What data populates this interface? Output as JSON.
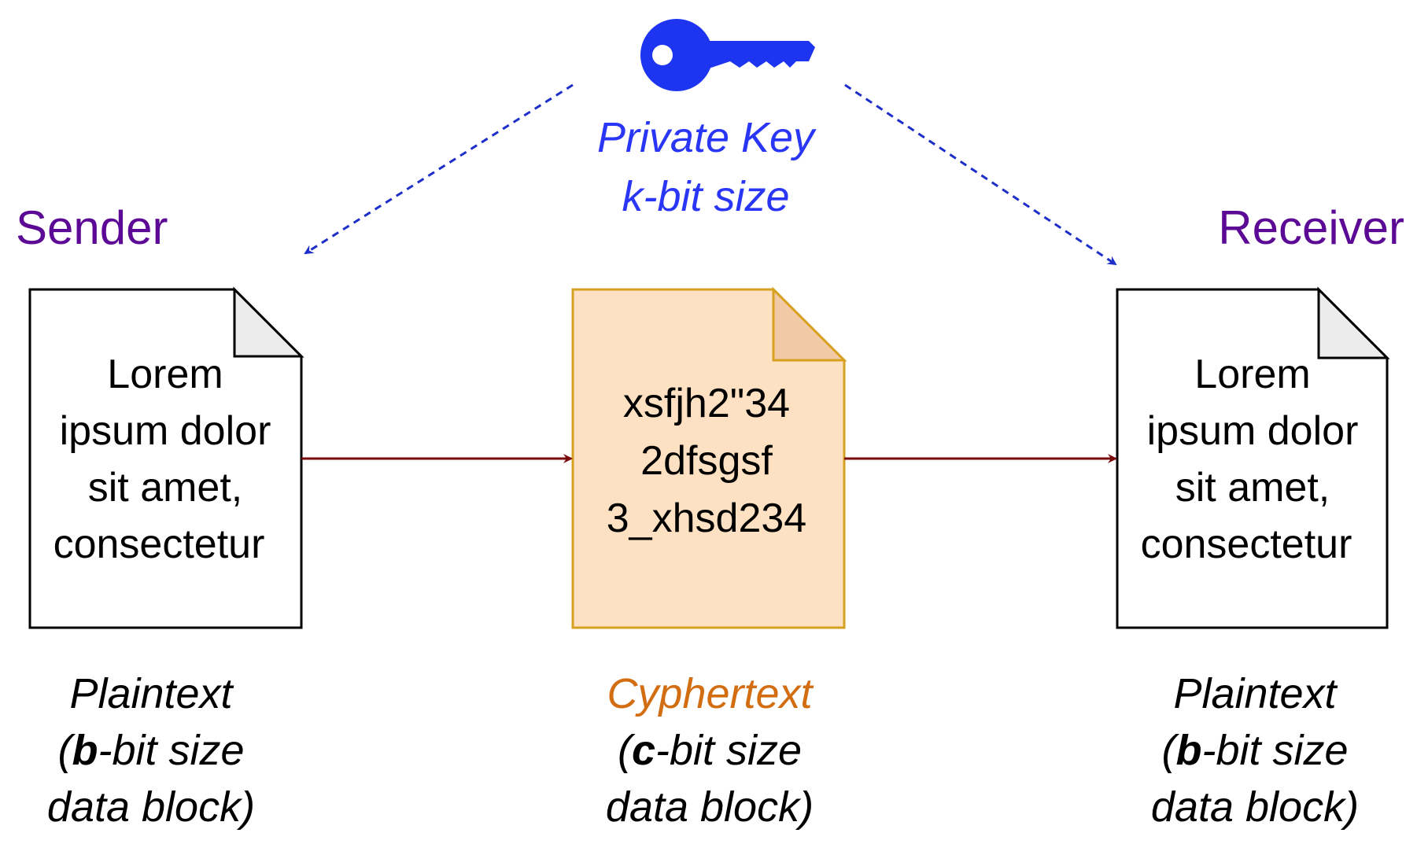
{
  "colors": {
    "role": "#5c0a96",
    "key": "#2a36f5",
    "key_arrow": "#1d2fc8",
    "flow_arrow": "#7a0a0a",
    "cipher_fill": "#fde1c2",
    "cipher_stroke": "#d6a020",
    "cipher_fold": "#f1c9a4",
    "cipher_caption": "#d26d12",
    "plain_fold": "#ececec"
  },
  "key": {
    "icon": "key-icon",
    "label_line1": "Private Key",
    "label_line2": "k-bit size"
  },
  "sender": {
    "label": "Sender",
    "doc_lines": [
      "Lorem",
      "ipsum dolor",
      "sit amet,",
      "consectetur"
    ],
    "caption": {
      "name": "Plaintext",
      "open": "(",
      "bold": "b",
      "rest": "-bit size",
      "line3": "data block)"
    }
  },
  "cipher": {
    "doc_lines": [
      "xsfjh2\"34",
      "2dfsgsf",
      "3_xhsd234"
    ],
    "caption": {
      "name": "Cyphertext",
      "open": "(",
      "bold": "c",
      "rest": "-bit size",
      "line3": "data block)"
    }
  },
  "receiver": {
    "label": "Receiver",
    "doc_lines": [
      "Lorem",
      "ipsum dolor",
      "sit amet,",
      "consectetur"
    ],
    "caption": {
      "name": "Plaintext",
      "open": "(",
      "bold": "b",
      "rest": "-bit size",
      "line3": "data block)"
    }
  }
}
